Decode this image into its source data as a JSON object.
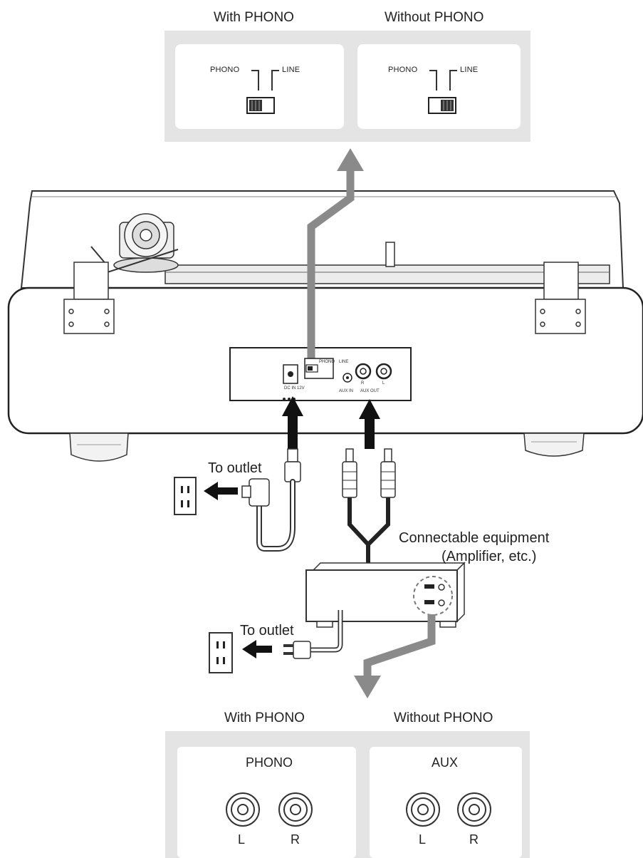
{
  "top_panel": {
    "left_title": "With PHONO",
    "right_title": "Without PHONO",
    "left_switch": {
      "phono_label": "PHONO",
      "line_label": "LINE",
      "position": "PHONO"
    },
    "right_switch": {
      "phono_label": "PHONO",
      "line_label": "LINE",
      "position": "LINE"
    }
  },
  "turntable_rear": {
    "dc_in_label": "DC IN 12V",
    "aux_in_label": "AUX IN",
    "aux_out_label": "AUX OUT",
    "aux_out_r": "R",
    "aux_out_l": "L",
    "switch_phono": "PHONO",
    "switch_line": "LINE"
  },
  "labels": {
    "to_outlet_top": "To outlet",
    "to_outlet_bottom": "To outlet",
    "connectable_equipment_line1": "Connectable equipment",
    "connectable_equipment_line2": "(Amplifier, etc.)"
  },
  "bottom_panel": {
    "left_title": "With PHONO",
    "right_title": "Without PHONO",
    "left_box_title": "PHONO",
    "right_box_title": "AUX",
    "left_jacks": [
      "L",
      "R"
    ],
    "right_jacks": [
      "L",
      "R"
    ]
  },
  "colors": {
    "panel_bg": "#e4e4e4",
    "arrow_gray": "#8a8a8a",
    "arrow_black": "#111111",
    "line": "#333333"
  }
}
